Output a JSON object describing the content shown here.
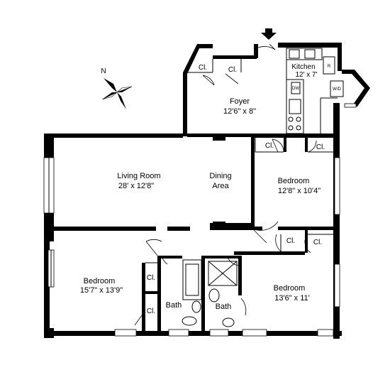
{
  "rooms": {
    "foyer": {
      "name": "Foyer",
      "dims": "12'6\" x 8\""
    },
    "kitchen": {
      "name": "Kitchen",
      "dims": "12' x 7'"
    },
    "living": {
      "name": "Living Room",
      "dims": "28' x 12'8\""
    },
    "dining": {
      "name1": "Dining",
      "name2": "Area"
    },
    "bedroom_east": {
      "name": "Bedroom",
      "dims": "12'8\" x 10'4\""
    },
    "bedroom_west": {
      "name": "Bedroom",
      "dims": "15'7\" x 13'9\""
    },
    "bedroom_south": {
      "name": "Bedroom",
      "dims": "13'6\" x 11'"
    },
    "bath_1": {
      "name": "Bath"
    },
    "bath_2": {
      "name": "Bath"
    }
  },
  "closet_label": "Cl.",
  "appliances": {
    "washer_dryer": "W/D",
    "dishwasher": "DW",
    "refrigerator": "R"
  },
  "compass": {
    "north": "N"
  }
}
